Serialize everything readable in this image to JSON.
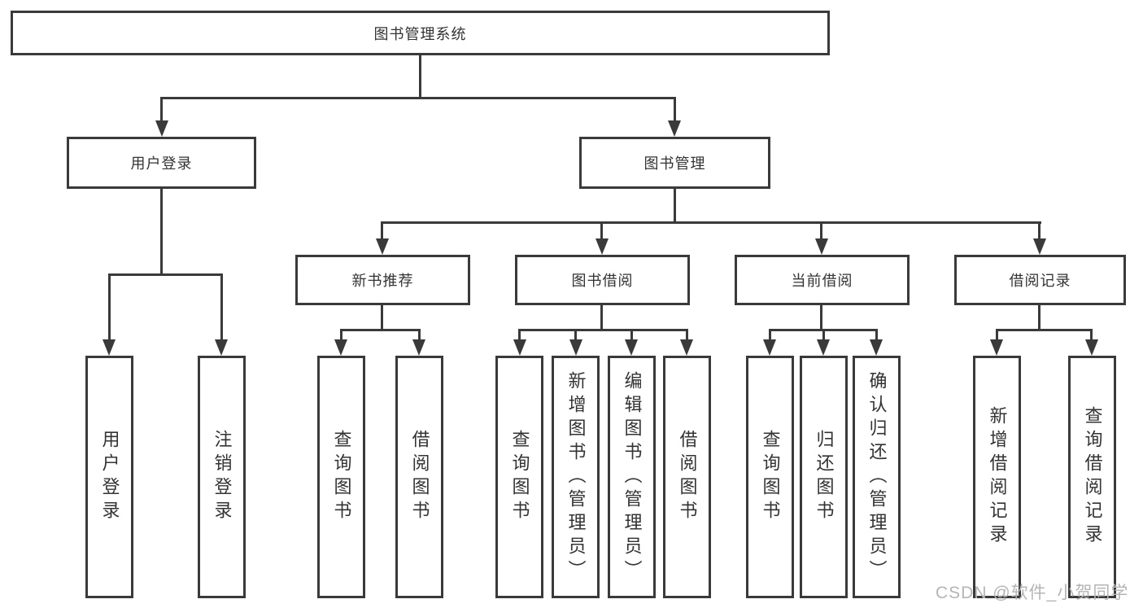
{
  "diagram": {
    "root": {
      "label": "图书管理系统"
    },
    "login_branch": {
      "label": "用户登录",
      "leaves": [
        {
          "label": "用户登录"
        },
        {
          "label": "注销登录"
        }
      ]
    },
    "manage_branch": {
      "label": "图书管理",
      "sections": [
        {
          "label": "新书推荐",
          "leaves": [
            {
              "label": "查询图书"
            },
            {
              "label": "借阅图书"
            }
          ]
        },
        {
          "label": "图书借阅",
          "leaves": [
            {
              "label": "查询图书"
            },
            {
              "label": "新增图书（管理员）"
            },
            {
              "label": "编辑图书（管理员）"
            },
            {
              "label": "借阅图书"
            }
          ]
        },
        {
          "label": "当前借阅",
          "leaves": [
            {
              "label": "查询图书"
            },
            {
              "label": "归还图书"
            },
            {
              "label": "确认归还（管理员）"
            }
          ]
        },
        {
          "label": "借阅记录",
          "leaves": [
            {
              "label": "新增借阅记录"
            },
            {
              "label": "查询借阅记录"
            }
          ]
        }
      ]
    }
  },
  "watermark": {
    "text": "CSDN @软件_小贺同学"
  },
  "colors": {
    "line": "#3a3a3a",
    "text": "#333333",
    "background": "#ffffff",
    "watermark": "#b5b5b5"
  }
}
